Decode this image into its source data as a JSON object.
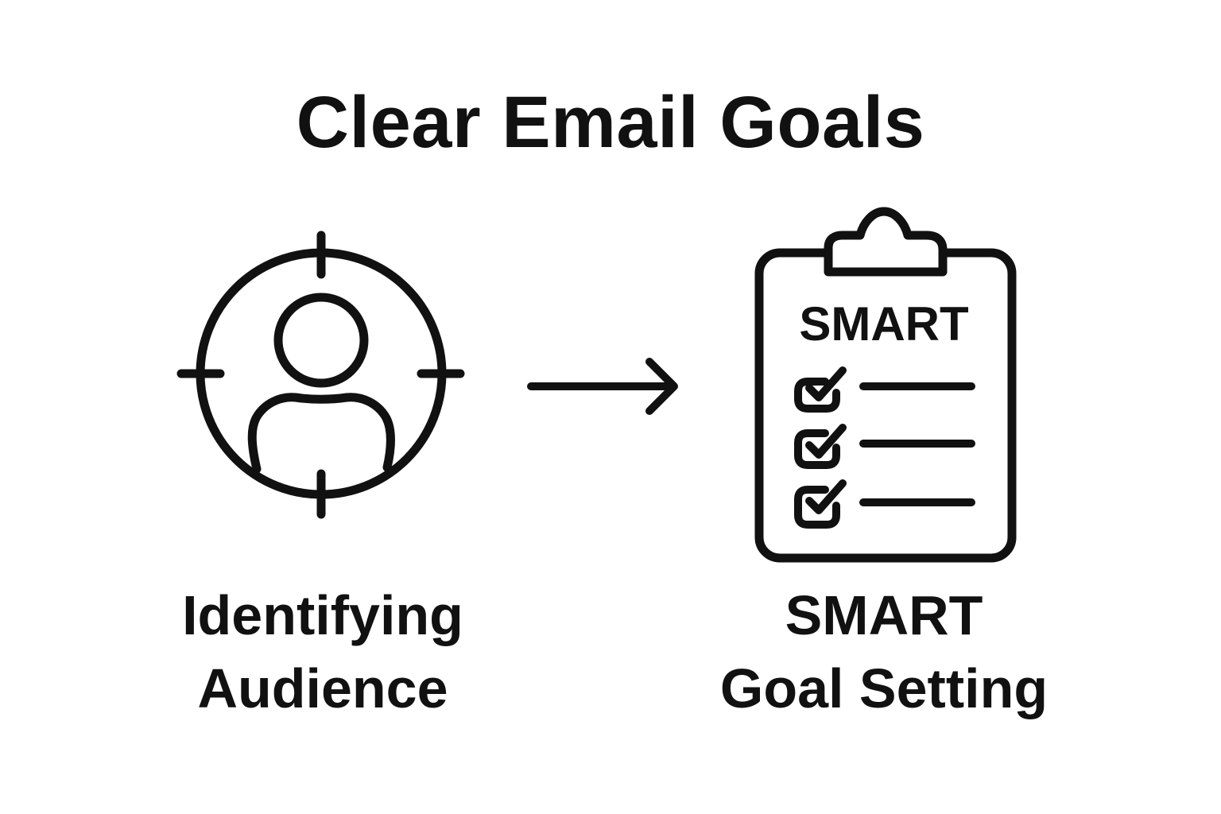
{
  "title": "Clear Email Goals",
  "left_step": {
    "icon": "audience-target-icon",
    "label_lines": [
      "Identifying",
      "Audience"
    ]
  },
  "connector": {
    "icon": "arrow-right-icon"
  },
  "right_step": {
    "icon": "clipboard-checklist-icon",
    "clipboard_heading": "SMART",
    "checklist_items": 3,
    "label_lines": [
      "SMART",
      "Goal Setting"
    ]
  },
  "colors": {
    "stroke": "#111111",
    "background": "#ffffff"
  }
}
